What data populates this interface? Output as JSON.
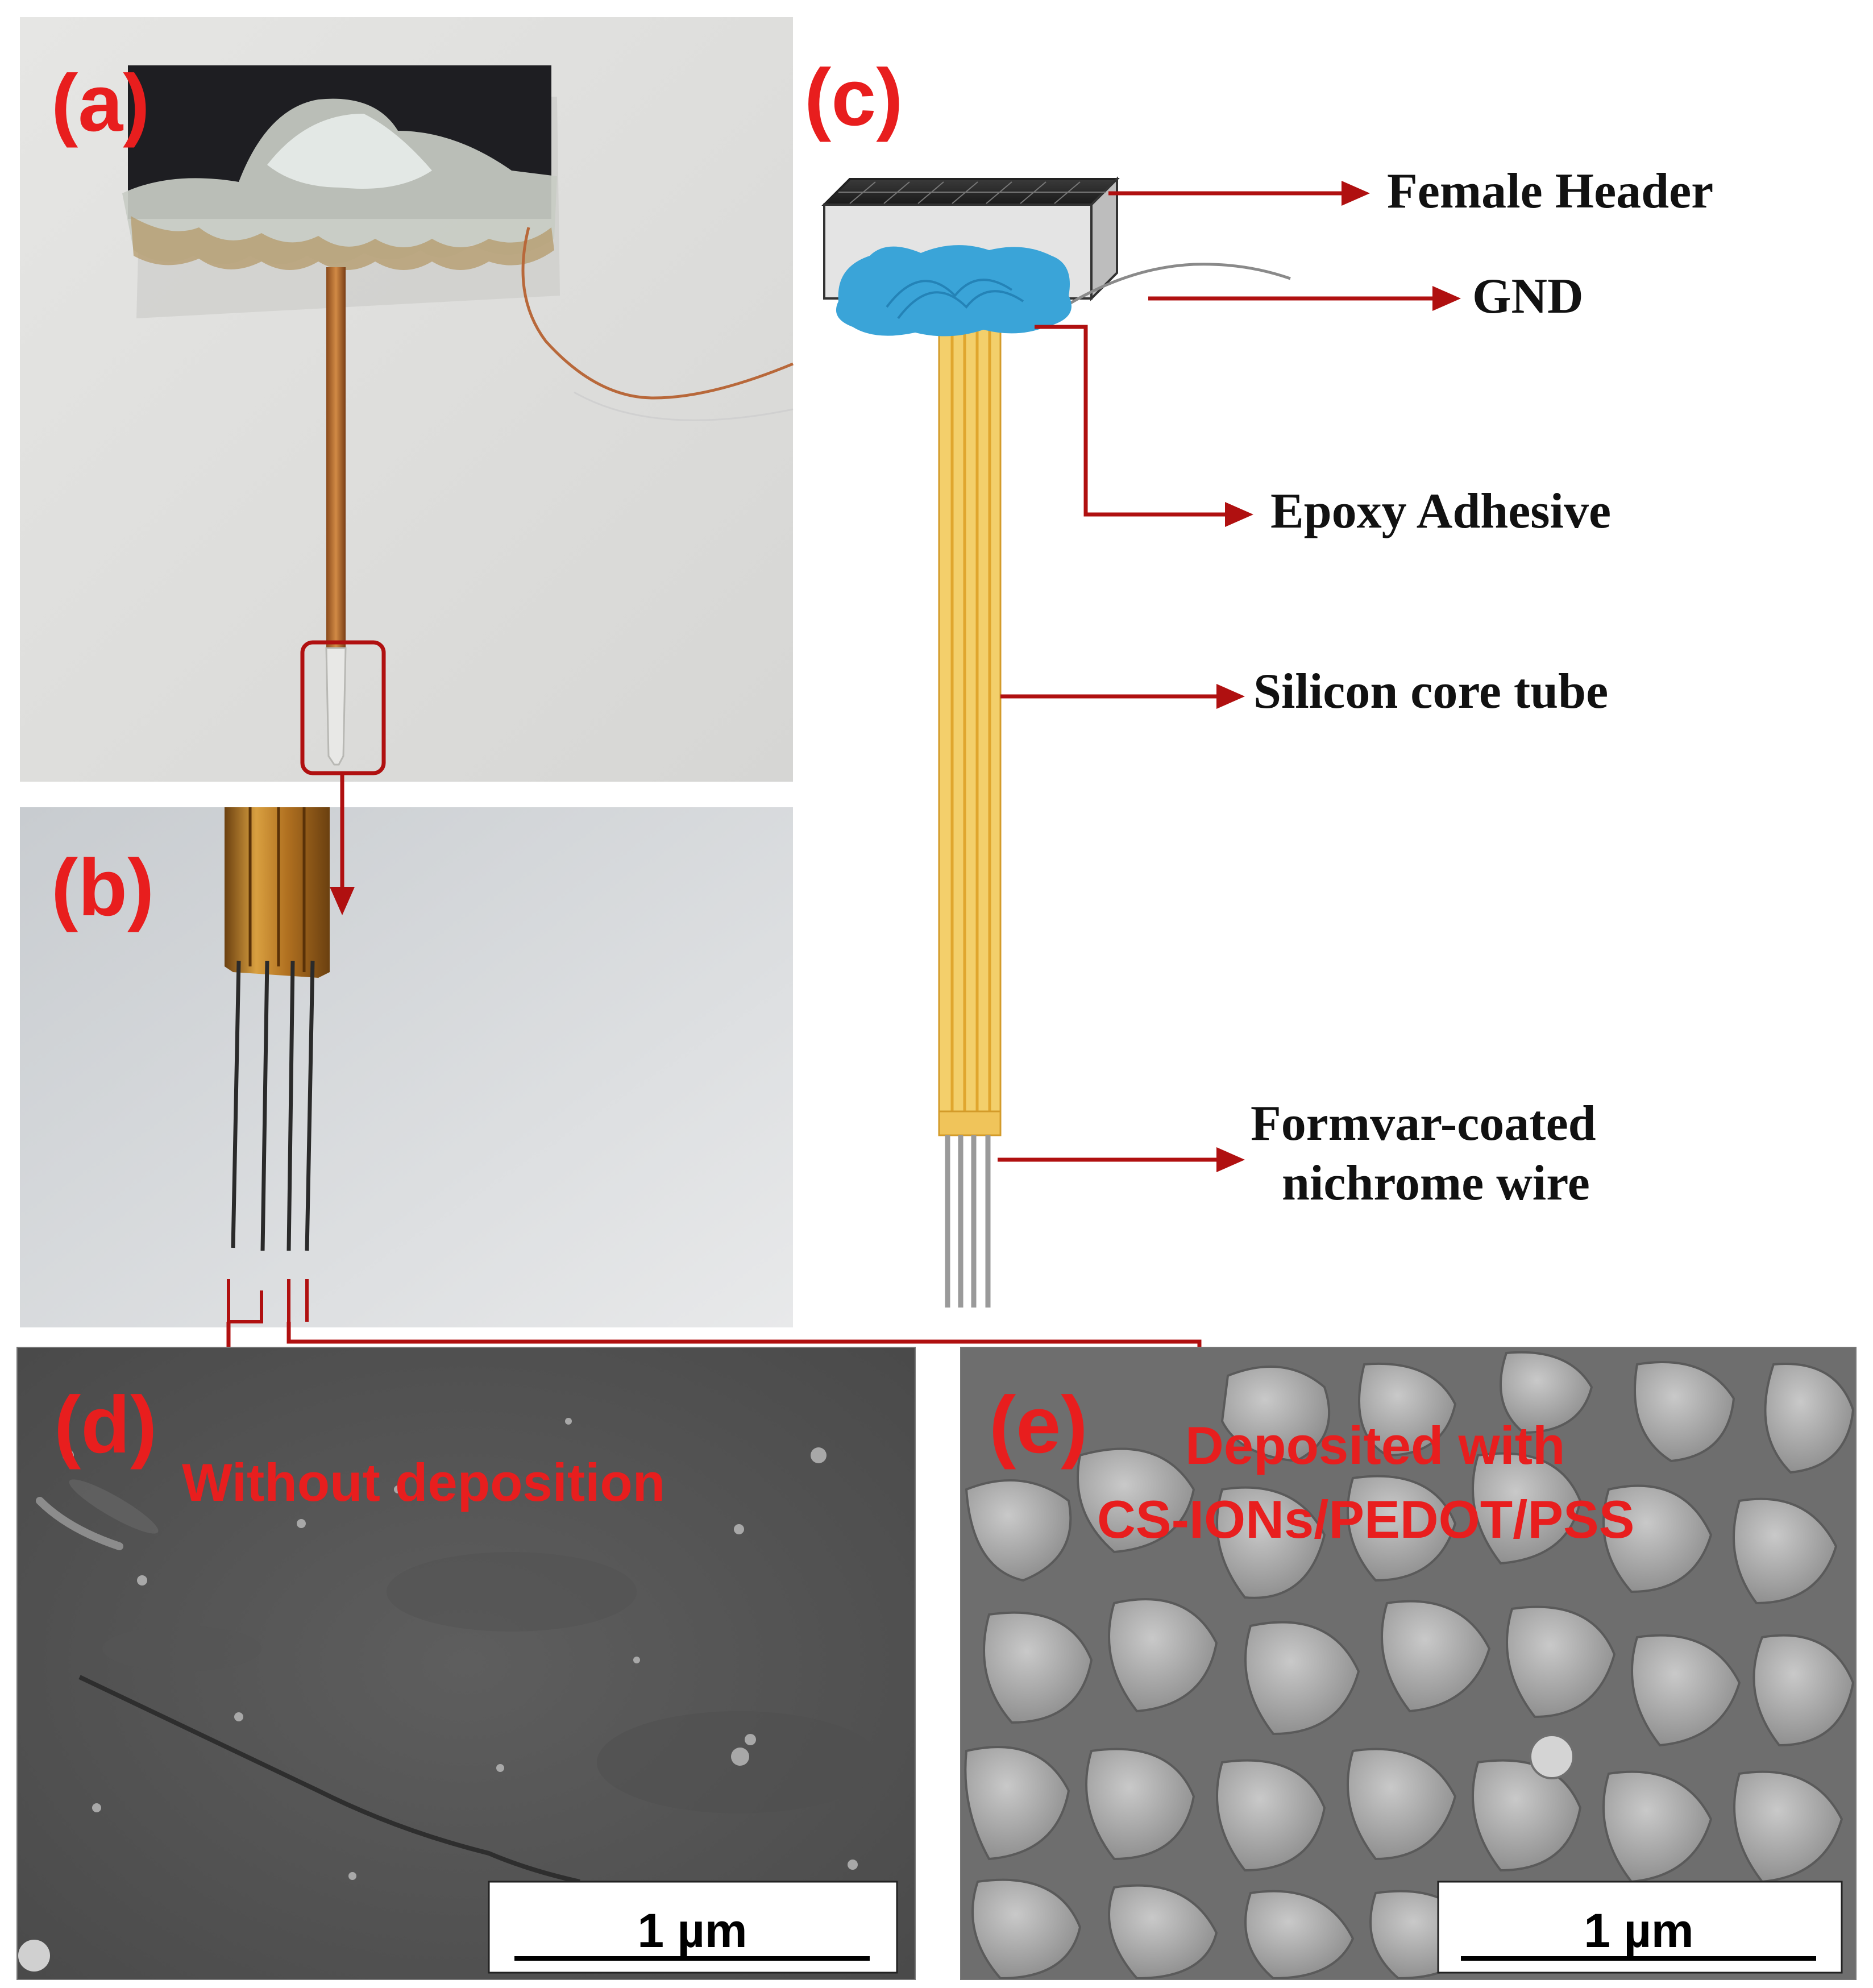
{
  "panels": {
    "a": {
      "label": "(a)"
    },
    "b": {
      "label": "(b)"
    },
    "c": {
      "label": "(c)"
    },
    "d": {
      "label": "(d)",
      "caption": "Without deposition",
      "scale_bar": "1 µm"
    },
    "e": {
      "label": "(e)",
      "caption_line1": "Deposited with",
      "caption_line2": "CS-IONs/PEDOT/PSS",
      "scale_bar": "1 µm"
    }
  },
  "schematic": {
    "callouts": {
      "female_header": "Female Header",
      "gnd": "GND",
      "epoxy": "Epoxy Adhesive",
      "silicon_tube": "Silicon core tube",
      "wire_line1": "Formvar-coated",
      "wire_line2": "nichrome wire"
    }
  },
  "colors": {
    "label_red": "#e81e1e",
    "arrow_red": "#b01010",
    "tube_gold": "#e8b83c",
    "epoxy_blue": "#3aa4d8",
    "wire_gray": "#9a9a9a"
  }
}
